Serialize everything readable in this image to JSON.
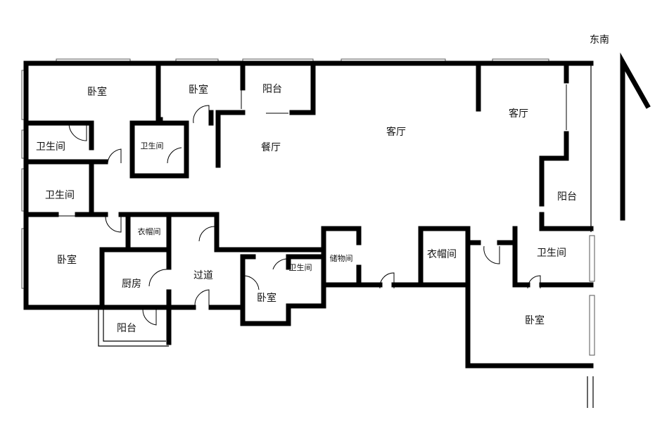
{
  "compass": {
    "label": "东南"
  },
  "rooms": [
    {
      "id": "bedroom-nw",
      "label": "卧室"
    },
    {
      "id": "bedroom-n",
      "label": "卧室"
    },
    {
      "id": "balcony-n",
      "label": "阳台"
    },
    {
      "id": "living-room",
      "label": "客厅"
    },
    {
      "id": "living-room-east",
      "label": "客厅"
    },
    {
      "id": "bathroom-w1",
      "label": "卫生间"
    },
    {
      "id": "bathroom-small",
      "label": "卫生间"
    },
    {
      "id": "dining-room",
      "label": "餐厅"
    },
    {
      "id": "bathroom-w2",
      "label": "卫生间"
    },
    {
      "id": "balcony-e",
      "label": "阳台"
    },
    {
      "id": "walk-in-closet-w",
      "label": "衣帽间"
    },
    {
      "id": "bedroom-sw",
      "label": "卧室"
    },
    {
      "id": "kitchen",
      "label": "厨房"
    },
    {
      "id": "hallway",
      "label": "过道"
    },
    {
      "id": "bathroom-s",
      "label": "卫生间"
    },
    {
      "id": "storage",
      "label": "储物间"
    },
    {
      "id": "walk-in-closet-e",
      "label": "衣帽间"
    },
    {
      "id": "bathroom-e",
      "label": "卫生间"
    },
    {
      "id": "bedroom-s",
      "label": "卧室"
    },
    {
      "id": "balcony-s",
      "label": "阳台"
    },
    {
      "id": "bedroom-se",
      "label": "卧室"
    }
  ]
}
